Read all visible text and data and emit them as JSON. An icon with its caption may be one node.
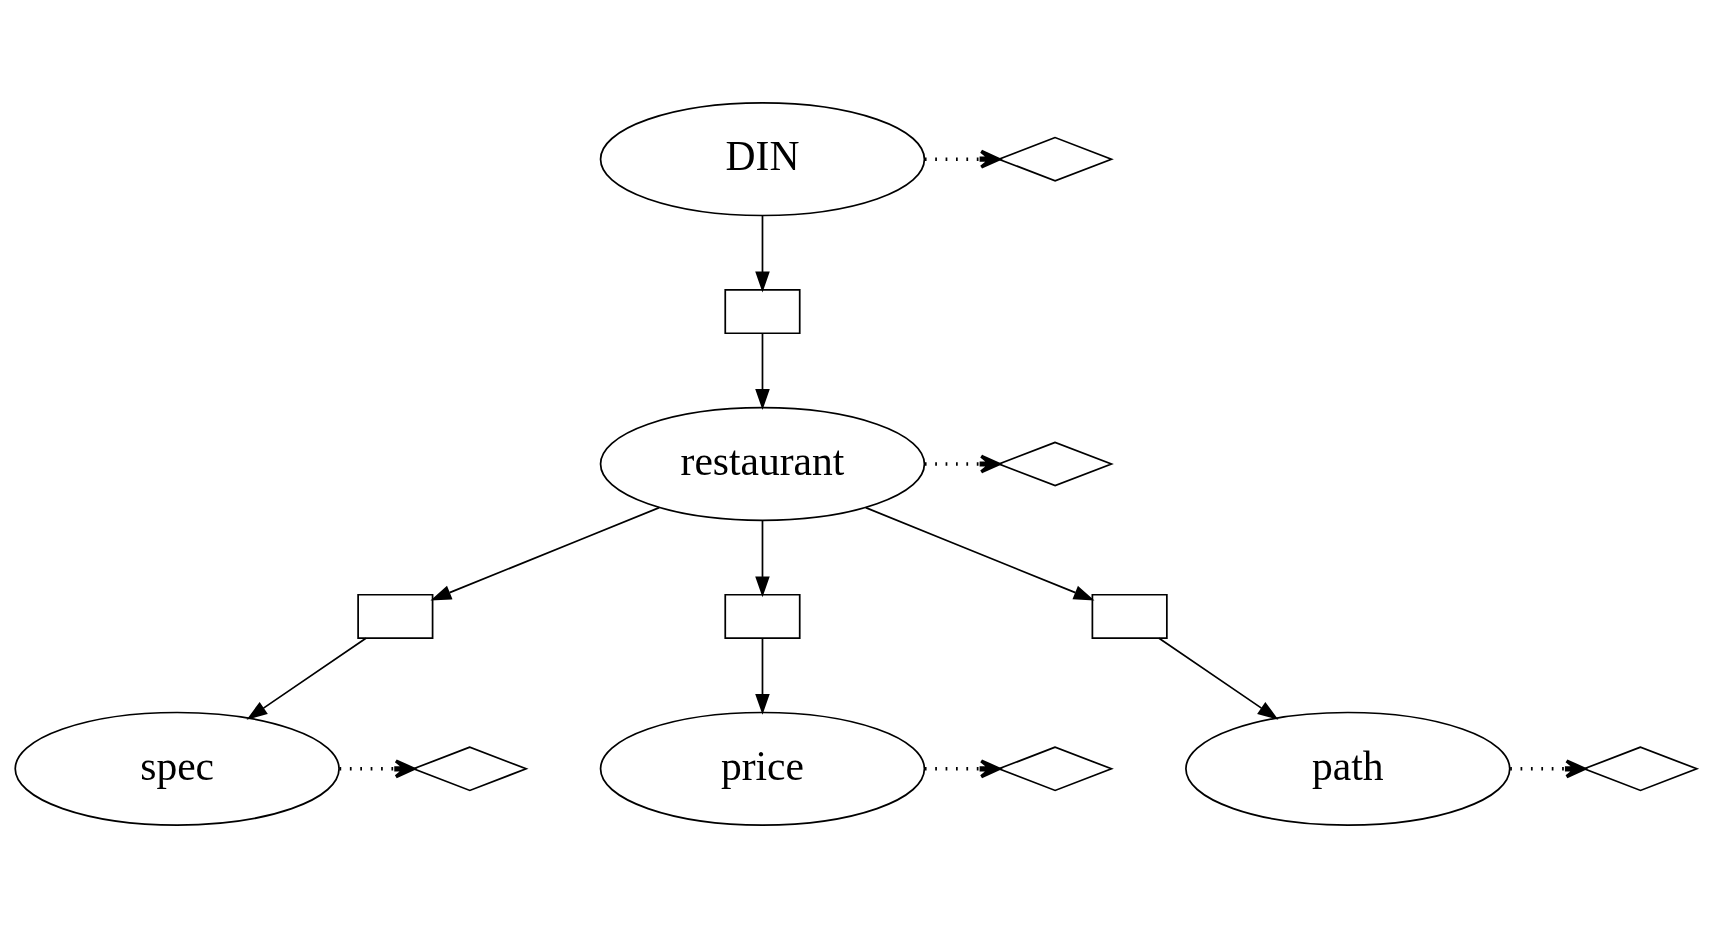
{
  "diagram": {
    "nodes": [
      {
        "text": [
          "DIN"
        ]
      },
      {
        "text": [],
        "shape": "diamond"
      },
      {
        "text": [],
        "shape": "box"
      },
      {
        "text": [
          "restaurant"
        ]
      },
      {
        "text": [],
        "shape": "diamond"
      },
      {
        "text": [],
        "shape": "box"
      },
      {
        "text": [],
        "shape": "box"
      },
      {
        "text": [],
        "shape": "box"
      },
      {
        "text": [],
        "shape": "diamond"
      },
      {
        "text": [
          "spec"
        ]
      },
      {
        "text": [],
        "shape": "diamond"
      },
      {
        "text": [
          "price"
        ]
      },
      {
        "text": [],
        "shape": "diamond"
      },
      {
        "text": [
          "path"
        ]
      }
    ],
    "edges": [
      {
        "from": 0,
        "to": 1,
        "arrow": "to",
        "style": "dashed"
      },
      {
        "from": 0,
        "to": 2,
        "arrow": "to"
      },
      {
        "from": 2,
        "to": 3,
        "arrow": "to"
      },
      {
        "from": 3,
        "to": 4,
        "arrow": "to",
        "style": "dashed"
      },
      {
        "from": 3,
        "to": 5,
        "arrow": "to"
      },
      {
        "from": 3,
        "to": 6,
        "arrow": "to"
      },
      {
        "from": 3,
        "to": 7,
        "arrow": "to"
      },
      {
        "from": 5,
        "to": 9,
        "arrow": "to"
      },
      {
        "from": 6,
        "to": 11,
        "arrow": "to"
      },
      {
        "from": 7,
        "to": 13,
        "arrow": "to"
      },
      {
        "from": 9,
        "to": 8,
        "arrow": "to",
        "style": "dashed"
      },
      {
        "from": 11,
        "to": 10,
        "arrow": "to",
        "style": "dashed"
      },
      {
        "from": 13,
        "to": 12,
        "arrow": "to",
        "style": "dashed"
      }
    ]
  }
}
